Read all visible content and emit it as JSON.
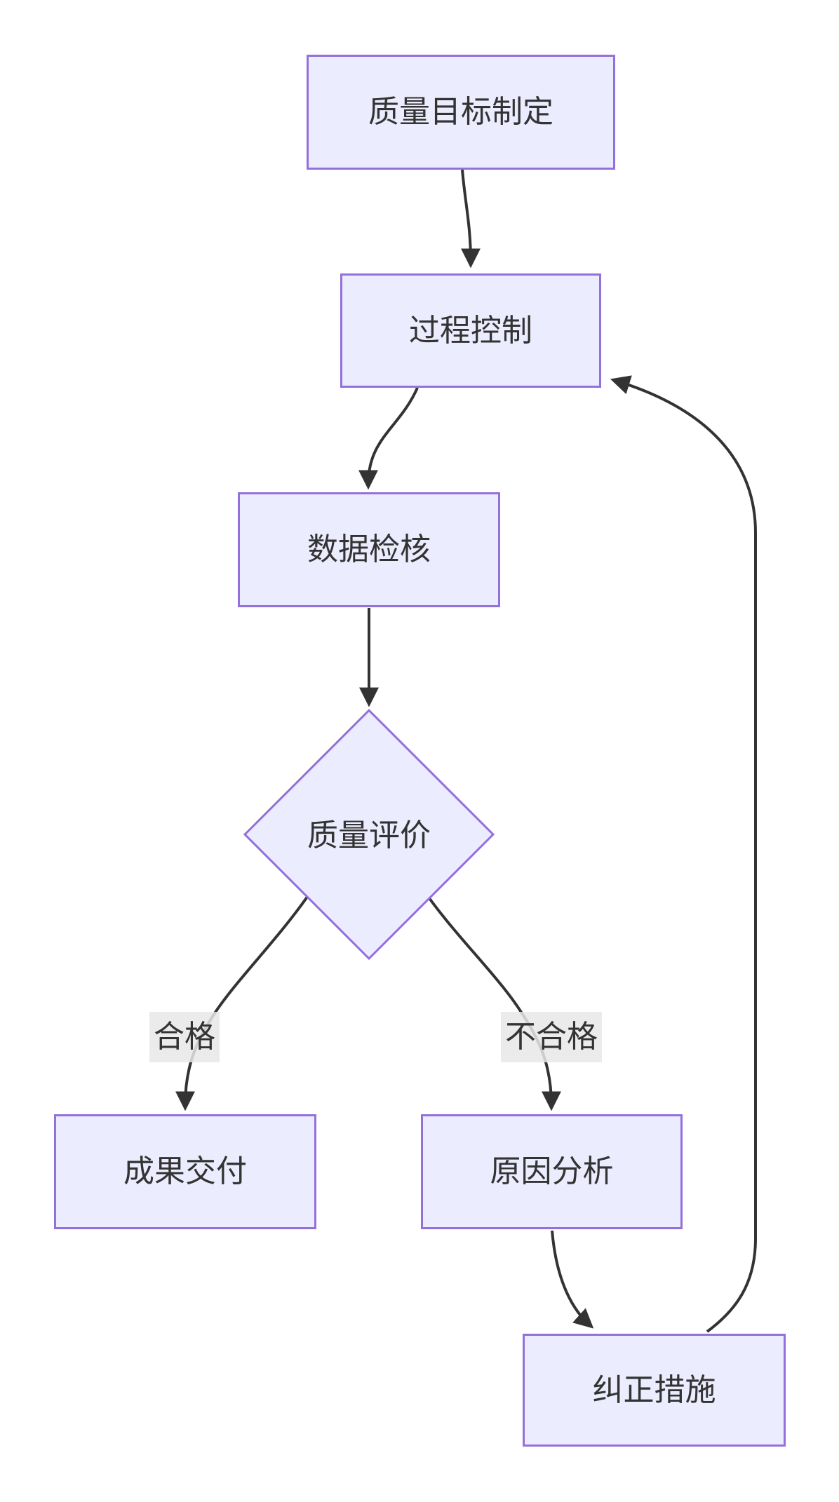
{
  "diagram": {
    "type": "flowchart",
    "direction": "top-down",
    "nodes": [
      {
        "id": "A",
        "label": "质量目标制定",
        "shape": "rect"
      },
      {
        "id": "B",
        "label": "过程控制",
        "shape": "rect"
      },
      {
        "id": "C",
        "label": "数据检核",
        "shape": "rect"
      },
      {
        "id": "D",
        "label": "质量评价",
        "shape": "diamond"
      },
      {
        "id": "E",
        "label": "成果交付",
        "shape": "rect"
      },
      {
        "id": "F",
        "label": "原因分析",
        "shape": "rect"
      },
      {
        "id": "G",
        "label": "纠正措施",
        "shape": "rect"
      }
    ],
    "edges": [
      {
        "from": "A",
        "to": "B",
        "label": ""
      },
      {
        "from": "B",
        "to": "C",
        "label": ""
      },
      {
        "from": "C",
        "to": "D",
        "label": ""
      },
      {
        "from": "D",
        "to": "E",
        "label": "合格"
      },
      {
        "from": "D",
        "to": "F",
        "label": "不合格"
      },
      {
        "from": "F",
        "to": "G",
        "label": ""
      },
      {
        "from": "G",
        "to": "B",
        "label": ""
      }
    ],
    "colors": {
      "node_fill": "#ECECFF",
      "node_border": "#9370DB",
      "edge_line": "#333333",
      "edge_label_bg": "#E8E8E8",
      "text": "#333333",
      "background": "#FFFFFF"
    }
  }
}
